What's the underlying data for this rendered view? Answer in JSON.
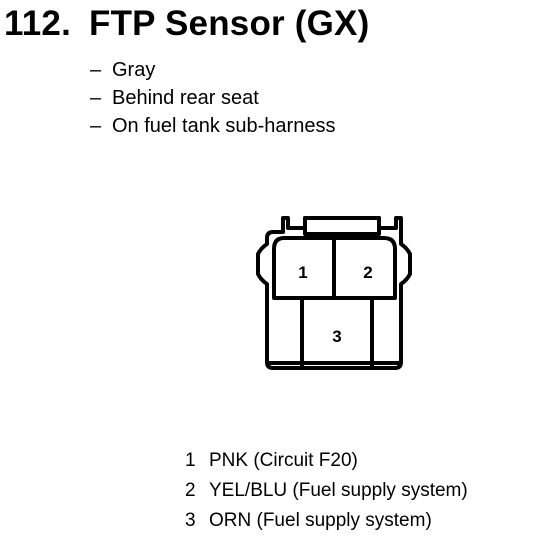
{
  "header": {
    "number": "112.",
    "title": "FTP Sensor (GX)"
  },
  "details": [
    {
      "dash": "–",
      "text": "Gray"
    },
    {
      "dash": "–",
      "text": "Behind rear seat"
    },
    {
      "dash": "–",
      "text": "On fuel tank sub-harness"
    }
  ],
  "connector": {
    "pin_labels": [
      "1",
      "2",
      "3"
    ]
  },
  "pins": [
    {
      "number": "1",
      "description": "PNK (Circuit F20)"
    },
    {
      "number": "2",
      "description": "YEL/BLU (Fuel supply system)"
    },
    {
      "number": "3",
      "description": "ORN (Fuel supply system)"
    }
  ]
}
